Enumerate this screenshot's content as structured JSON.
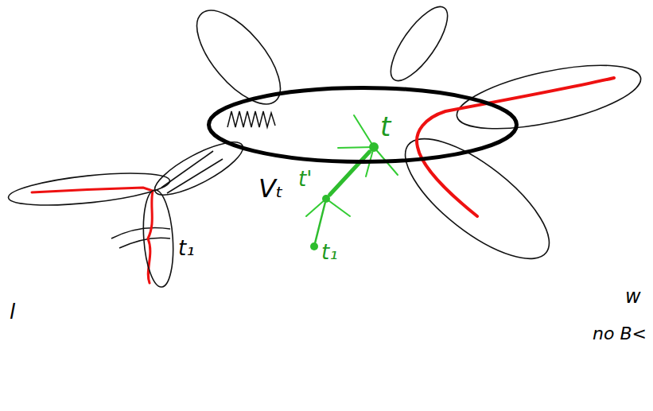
{
  "diagram": {
    "nodes": [
      {
        "text": [
          "Vₜ"
        ]
      },
      {
        "text": [
          "t₁"
        ]
      },
      {
        "text": [
          "t"
        ]
      },
      {
        "text": [
          "t'"
        ]
      },
      {
        "text": [
          "t₁"
        ]
      }
    ],
    "edges": [
      {
        "from": 2,
        "to": 3,
        "arrow": "none"
      },
      {
        "from": 3,
        "to": 4,
        "arrow": "none"
      }
    ],
    "labels": [
      "w",
      "no B<",
      "l"
    ]
  }
}
